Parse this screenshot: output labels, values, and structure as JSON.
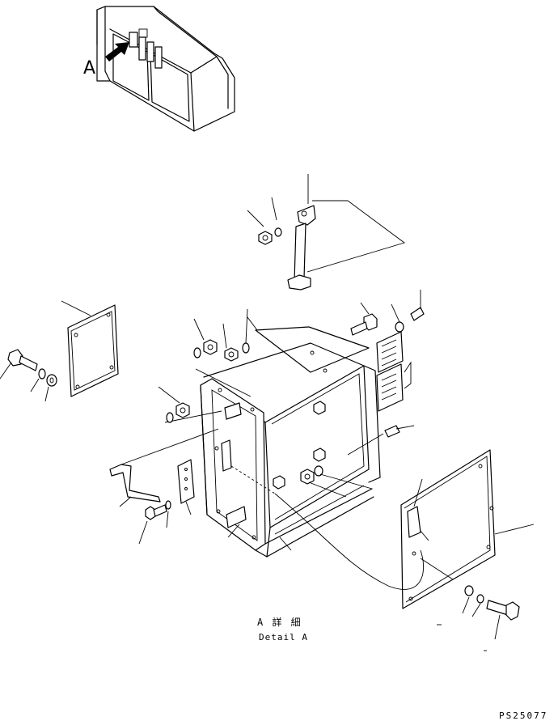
{
  "view_label": "A",
  "caption_japanese": "A 詳 細",
  "caption_english": "Detail A",
  "drawing_number": "PS25077",
  "icons": [
    "cab-overview-icon",
    "view-arrow-icon",
    "pipe-icon",
    "cover-plate-icon",
    "box-frame-icon",
    "bolt-icon",
    "nut-icon",
    "washer-icon",
    "connector-icon",
    "handle-icon",
    "door-panel-icon"
  ]
}
